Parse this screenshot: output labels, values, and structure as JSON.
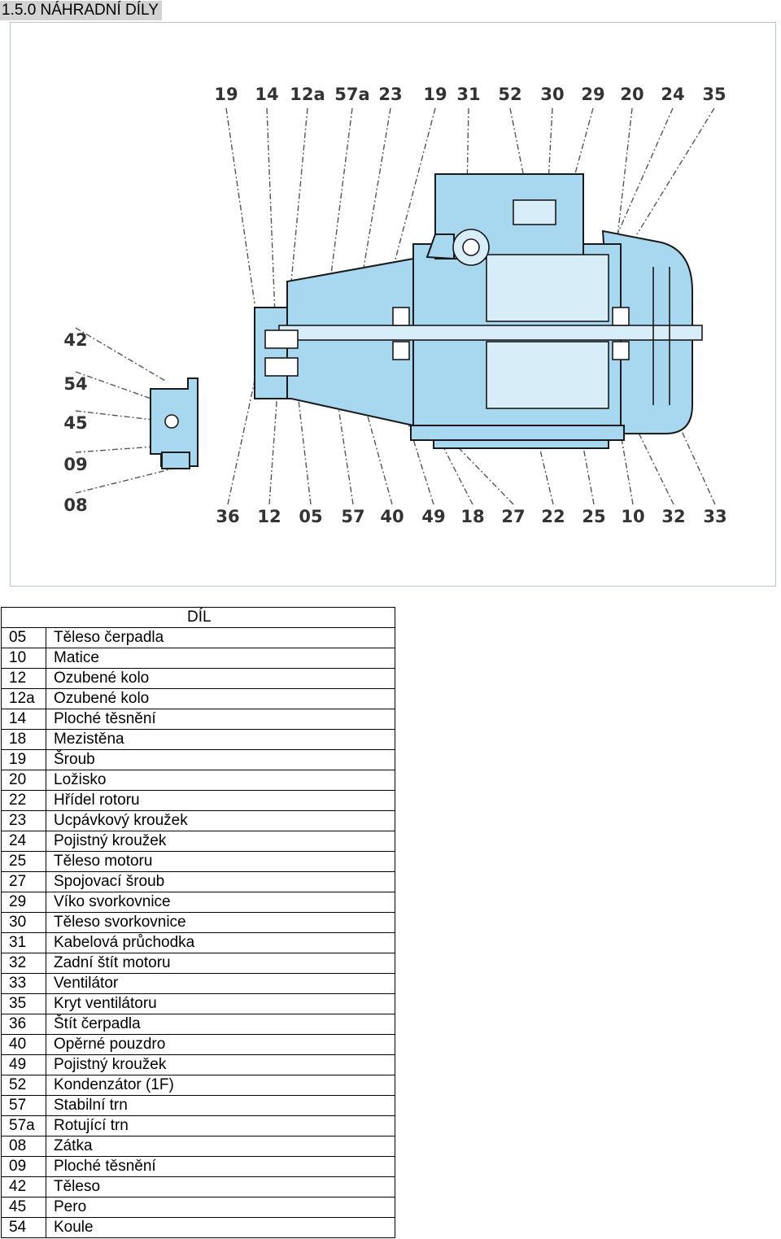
{
  "heading": "1.5.0  NÁHRADNÍ DÍLY",
  "callouts_top": [
    "19",
    "14",
    "12a",
    "57a",
    "23",
    "19",
    "31",
    "52",
    "30",
    "29",
    "20",
    "24",
    "35"
  ],
  "callouts_bottom": [
    "36",
    "12",
    "05",
    "57",
    "40",
    "49",
    "18",
    "27",
    "22",
    "25",
    "10",
    "32",
    "33"
  ],
  "callouts_left": [
    "42",
    "54",
    "45",
    "09",
    "08"
  ],
  "colors": {
    "pump_fill": "#a8d8f0",
    "line": "#1a1a1a",
    "callout_text": "#333333"
  },
  "table": {
    "header": "DÍL",
    "rows": [
      {
        "num": "05",
        "name": "Těleso čerpadla"
      },
      {
        "num": "10",
        "name": "Matice"
      },
      {
        "num": "12",
        "name": "Ozubené kolo"
      },
      {
        "num": "12a",
        "name": "Ozubené kolo"
      },
      {
        "num": "14",
        "name": "Ploché těsnění"
      },
      {
        "num": "18",
        "name": "Mezistěna"
      },
      {
        "num": "19",
        "name": "Šroub"
      },
      {
        "num": "20",
        "name": "Ložisko"
      },
      {
        "num": "22",
        "name": "Hřídel rotoru"
      },
      {
        "num": "23",
        "name": "Ucpávkový kroužek"
      },
      {
        "num": "24",
        "name": "Pojistný kroužek"
      },
      {
        "num": "25",
        "name": "Těleso motoru"
      },
      {
        "num": "27",
        "name": "Spojovací šroub"
      },
      {
        "num": "29",
        "name": "Víko svorkovnice"
      },
      {
        "num": "30",
        "name": "Těleso svorkovnice"
      },
      {
        "num": "31",
        "name": "Kabelová průchodka"
      },
      {
        "num": "32",
        "name": "Zadní štít motoru"
      },
      {
        "num": "33",
        "name": "Ventilátor"
      },
      {
        "num": "35",
        "name": "Kryt ventilátoru"
      },
      {
        "num": "36",
        "name": "Štít čerpadla"
      },
      {
        "num": "40",
        "name": "Opěrné pouzdro"
      },
      {
        "num": "49",
        "name": "Pojistný kroužek"
      },
      {
        "num": "52",
        "name": "Kondenzátor (1F)"
      },
      {
        "num": "57",
        "name": "Stabilní trn"
      },
      {
        "num": "57a",
        "name": "Rotující trn"
      },
      {
        "num": "08",
        "name": "Zátka"
      },
      {
        "num": "09",
        "name": "Ploché těsnění"
      },
      {
        "num": "42",
        "name": "Těleso"
      },
      {
        "num": "45",
        "name": "Pero"
      },
      {
        "num": "54",
        "name": "Koule"
      }
    ]
  }
}
